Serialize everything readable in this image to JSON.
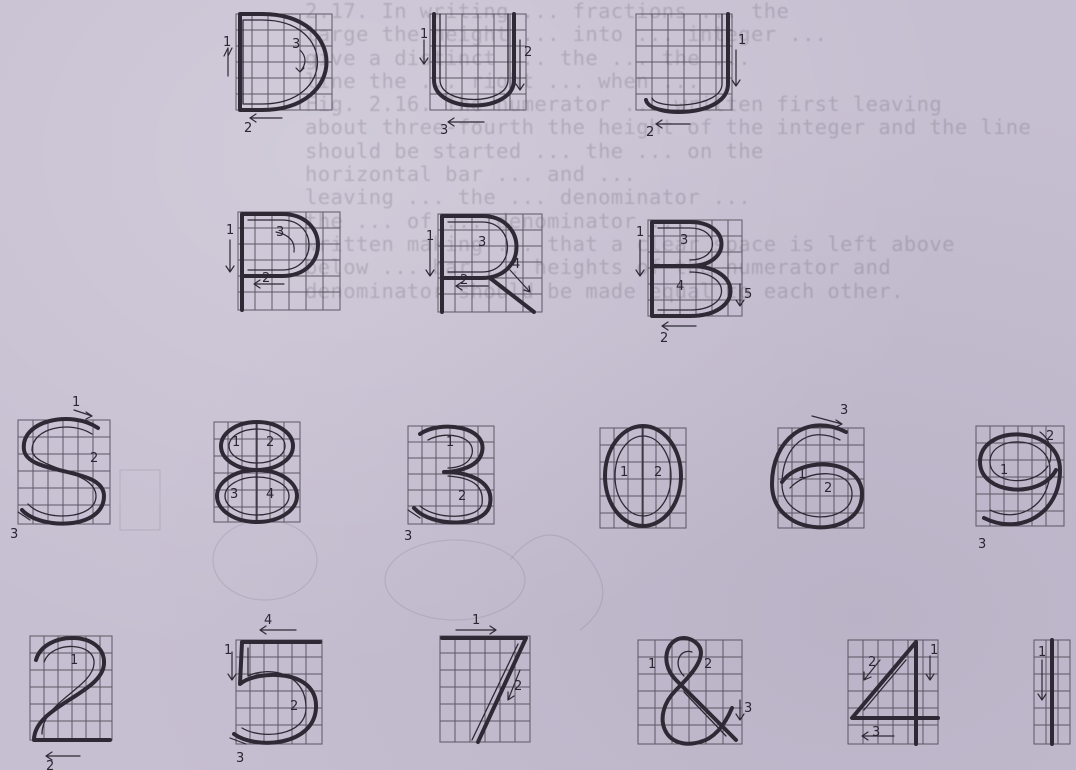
{
  "bleed_through": {
    "lines": [
      "2.17. In writing ... fractions ... the",
      "large the height ... into ... integer ...",
      "give a distinct ... the ... the ...",
      "line the ... right ... when ...",
      "Fig. 2.16. The numerator ... written first leaving",
      "about three-fourth the height of the integer and the line",
      "should be started ... the ... on the",
      "horizontal bar ... and ...",
      "leaving ... the ... denominator ...",
      "the ... of ... denominator ...",
      "written making ... that a clear space is left above",
      "below ... bar ... heights of the numerator and",
      "denominator should be made equal to each other."
    ]
  },
  "rows": [
    {
      "name": "row-1",
      "glyphs": [
        {
          "name": "letter-d",
          "char": "D",
          "labels": [
            "1",
            "2",
            "3"
          ]
        },
        {
          "name": "letter-u",
          "char": "U",
          "labels": [
            "1",
            "2",
            "3"
          ]
        },
        {
          "name": "letter-j",
          "char": "J",
          "labels": [
            "1",
            "2"
          ]
        }
      ]
    },
    {
      "name": "row-2",
      "glyphs": [
        {
          "name": "letter-p",
          "char": "P",
          "labels": [
            "1",
            "2",
            "3"
          ]
        },
        {
          "name": "letter-r",
          "char": "R",
          "labels": [
            "1",
            "2",
            "3",
            "4"
          ]
        },
        {
          "name": "letter-b",
          "char": "B",
          "labels": [
            "1",
            "2",
            "3",
            "4",
            "5"
          ]
        }
      ]
    },
    {
      "name": "row-3",
      "glyphs": [
        {
          "name": "letter-s",
          "char": "S",
          "labels": [
            "1",
            "2",
            "3"
          ]
        },
        {
          "name": "digit-8",
          "char": "8",
          "labels": [
            "1",
            "2",
            "3",
            "4"
          ]
        },
        {
          "name": "digit-3",
          "char": "3",
          "labels": [
            "1",
            "2",
            "3"
          ]
        },
        {
          "name": "digit-0",
          "char": "0",
          "labels": [
            "1",
            "2"
          ]
        },
        {
          "name": "digit-6",
          "char": "6",
          "labels": [
            "1",
            "2",
            "3"
          ]
        },
        {
          "name": "digit-9",
          "char": "9",
          "labels": [
            "1",
            "2",
            "3"
          ]
        }
      ]
    },
    {
      "name": "row-4",
      "glyphs": [
        {
          "name": "digit-2",
          "char": "2",
          "labels": [
            "1",
            "2"
          ]
        },
        {
          "name": "digit-5",
          "char": "5",
          "labels": [
            "1",
            "2",
            "3",
            "4"
          ]
        },
        {
          "name": "digit-7",
          "char": "7",
          "labels": [
            "1",
            "2"
          ]
        },
        {
          "name": "ampersand",
          "char": "&",
          "labels": [
            "1",
            "2",
            "3"
          ]
        },
        {
          "name": "digit-4",
          "char": "4",
          "labels": [
            "1",
            "2",
            "3"
          ]
        },
        {
          "name": "digit-1",
          "char": "1",
          "labels": [
            "1"
          ]
        }
      ]
    }
  ]
}
